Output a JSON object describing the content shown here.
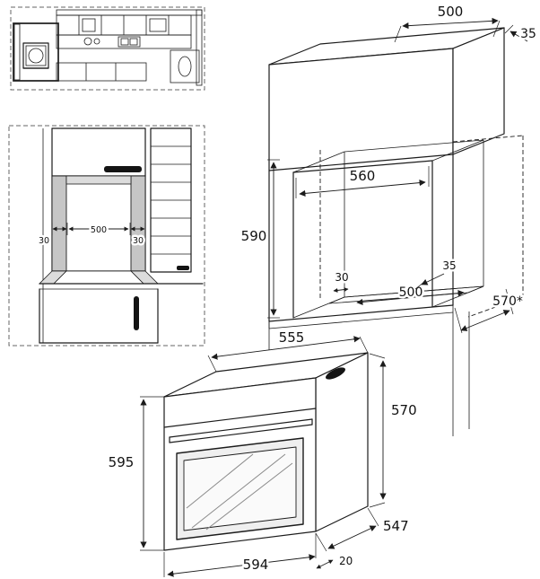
{
  "front_view": {
    "niche_width": "500",
    "gap_left": "30",
    "gap_right": "30"
  },
  "niche_view": {
    "top_depth": "500",
    "top_gap": "35",
    "inner_width": "560",
    "inner_height": "590",
    "base_inset": "30",
    "base_width": "500",
    "base_gap": "35",
    "depth_min": "570*"
  },
  "oven_view": {
    "top_width": "555",
    "rear_height": "570",
    "front_height": "595",
    "body_depth": "547",
    "door_depth": "20",
    "front_width": "594"
  }
}
